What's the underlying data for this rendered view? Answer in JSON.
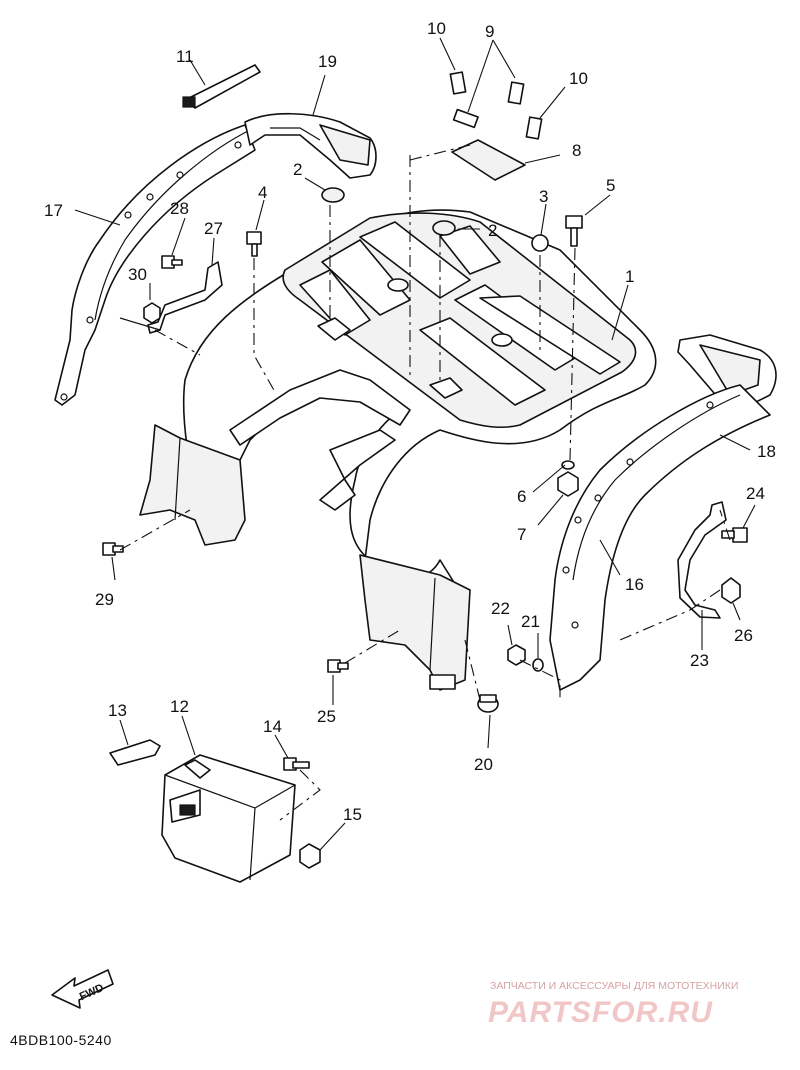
{
  "diagram": {
    "code": "4BDB100-5240",
    "fwd_label": "FWD",
    "callouts": [
      {
        "id": "1",
        "text": "1"
      },
      {
        "id": "2a",
        "text": "2"
      },
      {
        "id": "2b",
        "text": "2"
      },
      {
        "id": "3",
        "text": "3"
      },
      {
        "id": "4",
        "text": "4"
      },
      {
        "id": "5",
        "text": "5"
      },
      {
        "id": "6",
        "text": "6"
      },
      {
        "id": "7",
        "text": "7"
      },
      {
        "id": "8",
        "text": "8"
      },
      {
        "id": "9",
        "text": "9"
      },
      {
        "id": "10a",
        "text": "10"
      },
      {
        "id": "10b",
        "text": "10"
      },
      {
        "id": "11",
        "text": "11"
      },
      {
        "id": "12",
        "text": "12"
      },
      {
        "id": "13",
        "text": "13"
      },
      {
        "id": "14",
        "text": "14"
      },
      {
        "id": "15",
        "text": "15"
      },
      {
        "id": "16",
        "text": "16"
      },
      {
        "id": "17",
        "text": "17"
      },
      {
        "id": "18",
        "text": "18"
      },
      {
        "id": "19",
        "text": "19"
      },
      {
        "id": "20",
        "text": "20"
      },
      {
        "id": "21",
        "text": "21"
      },
      {
        "id": "22",
        "text": "22"
      },
      {
        "id": "23",
        "text": "23"
      },
      {
        "id": "24",
        "text": "24"
      },
      {
        "id": "25",
        "text": "25"
      },
      {
        "id": "26",
        "text": "26"
      },
      {
        "id": "27",
        "text": "27"
      },
      {
        "id": "28",
        "text": "28"
      },
      {
        "id": "29",
        "text": "29"
      },
      {
        "id": "30",
        "text": "30"
      }
    ]
  },
  "watermark": {
    "tagline": "ЗАПЧАСТИ И АКСЕССУАРЫ ДЛЯ МОТОТЕХНИКИ",
    "brand": "PARTSFOR.RU",
    "color": "#e8a0a0"
  }
}
